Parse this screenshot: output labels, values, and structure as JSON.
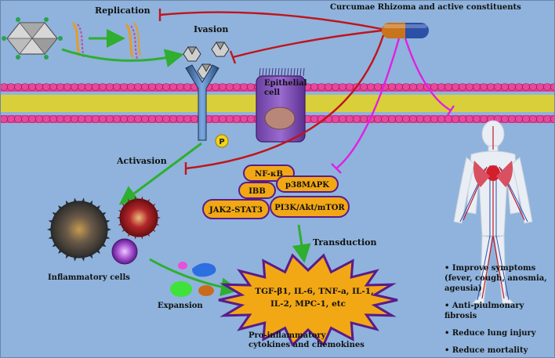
{
  "labels": {
    "replication": "Replication",
    "curcumae": "Curcumae Rhizoma and active constituents",
    "ivasion": "Ivasion",
    "epithelial": "Epithelial cell",
    "activasion": "Activasion",
    "inflammatory": "Inflammatory cells",
    "expansion": "Expansion",
    "transduction": "Transduction",
    "p_badge": "P",
    "pro_inflammatory": "Pro-inflammatory cytokines and chemokines",
    "cytokines": "TGF-β1, IL-6, TNF-a, IL-1, IL-2, MPC-1, etc"
  },
  "pathways": [
    {
      "label": "NF-κB"
    },
    {
      "label": "IBB"
    },
    {
      "label": "p38MAPK"
    },
    {
      "label": "JAK2-STAT3"
    },
    {
      "label": "PI3K/Akt/mTOR"
    }
  ],
  "effects": [
    "Improve symptoms (fever, cough, anosmia, ageusia)",
    "Anti-piulmonary fibrosis",
    "Reduce lung injury",
    "Reduce mortality"
  ],
  "colors": {
    "background": "#8fb3dc",
    "inhibit_red": "#c0141c",
    "activate_green": "#2fae2f",
    "magenta": "#e21fe0",
    "pill_orange": "#f2a815",
    "pill_border": "#5a1b8c",
    "membrane_pink": "#e0378f"
  }
}
